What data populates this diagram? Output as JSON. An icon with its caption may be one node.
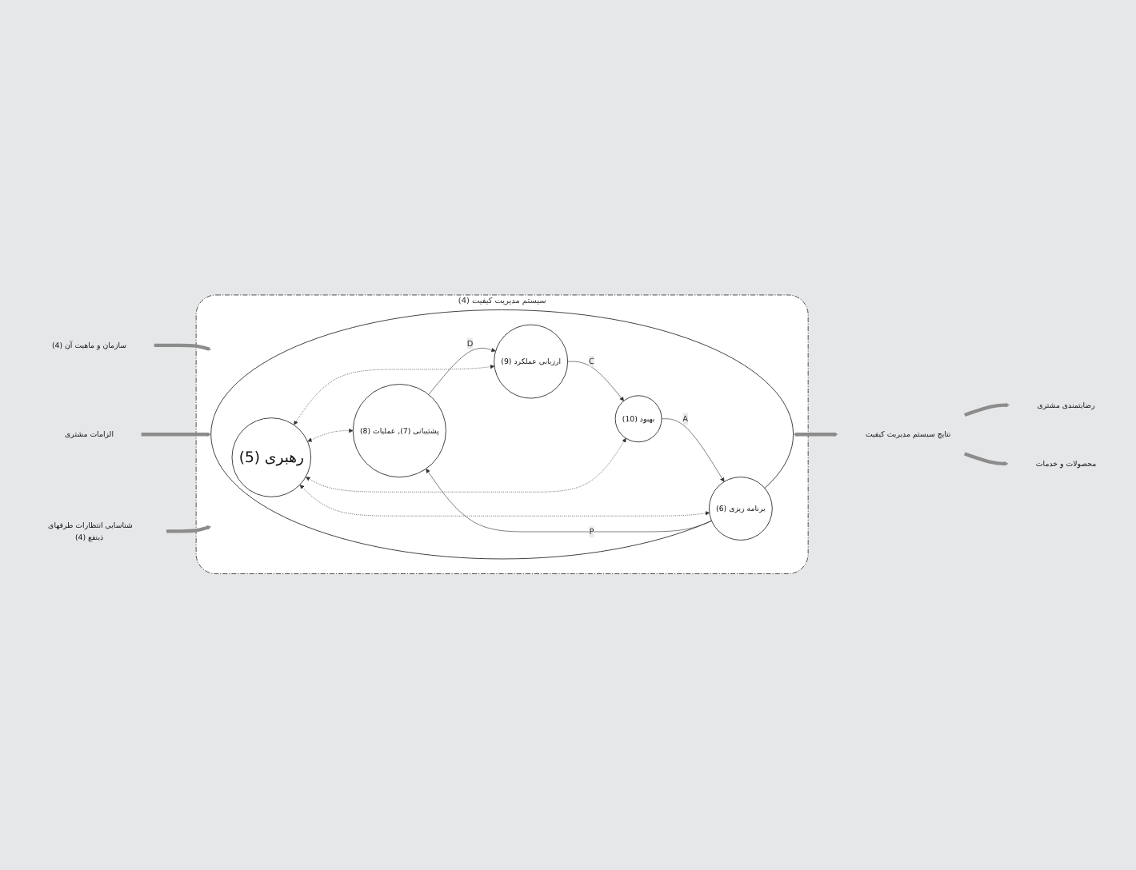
{
  "diagram": {
    "nodes": [
      {
        "text": [
          "سیستم مدیریت کیفیت (4)"
        ]
      },
      {
        "text": [],
        "shape": "circle",
        "in": 0
      },
      {
        "text": [
          "پشتیبانی (7), عملیات (8)"
        ],
        "in": 1
      },
      {
        "text": [
          "برنامه ریزی (6)"
        ],
        "in": 1
      },
      {
        "text": [
          "رهبری (5)"
        ],
        "in": 1
      },
      {
        "text": [
          "ارزیابی عملکرد (9)"
        ],
        "in": 1
      },
      {
        "text": [
          "بهبود (10)"
        ],
        "in": 1
      },
      {
        "text": [
          "سازمان و ماهیت آن (4)"
        ]
      },
      {
        "text": [
          "الزامات مشتری"
        ]
      },
      {
        "text": [
          "شناسایی انتظارات طرفهای ذینفع (4)"
        ]
      },
      {
        "text": [
          "نتایج سیستم مدیریت کیفیت"
        ]
      },
      {
        "text": [
          "رضایتمندی مشتری"
        ]
      },
      {
        "text": [
          "محصولات و خدمات"
        ]
      }
    ],
    "edges": [
      {
        "from": 7,
        "to": 1,
        "arrow": "to",
        "style": "thick",
        "color": "#8c8c8c"
      },
      {
        "from": 8,
        "to": 1,
        "arrow": "to",
        "style": "thick",
        "color": "#8c8c8c"
      },
      {
        "from": 9,
        "to": 1,
        "arrow": "to",
        "style": "thick",
        "color": "#8c8c8c"
      },
      {
        "from": 3,
        "to": 2,
        "arrow": "to",
        "label": "P"
      },
      {
        "from": 2,
        "to": 5,
        "arrow": "to",
        "label": "D"
      },
      {
        "from": 5,
        "to": 6,
        "arrow": "to",
        "label": "C"
      },
      {
        "from": 6,
        "to": 3,
        "arrow": "to",
        "label": "A"
      },
      {
        "from": 4,
        "to": 2,
        "arrow": "both",
        "style": "dashed"
      },
      {
        "from": 4,
        "to": 3,
        "arrow": "both",
        "style": "dashed"
      },
      {
        "from": 4,
        "to": 5,
        "arrow": "both",
        "style": "dashed"
      },
      {
        "from": 4,
        "to": 6,
        "arrow": "both",
        "style": "dashed"
      },
      {
        "from": 1,
        "to": 10,
        "arrow": "both",
        "style": "thick",
        "color": "#8c8c8c"
      },
      {
        "from": 10,
        "to": 11,
        "arrow": "to",
        "style": "thick",
        "color": "#8c8c8c"
      },
      {
        "from": 10,
        "to": 12,
        "arrow": "to",
        "style": "thick",
        "color": "#8c8c8c"
      }
    ]
  }
}
